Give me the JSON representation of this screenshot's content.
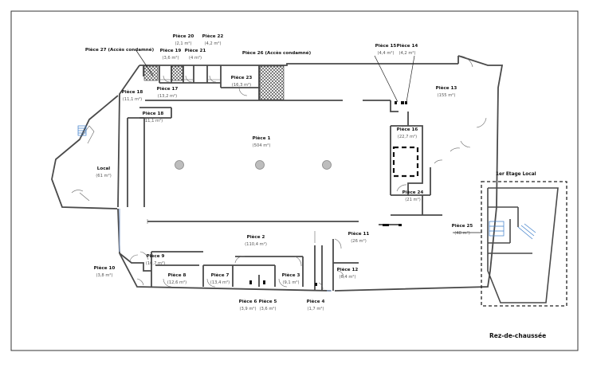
{
  "colors": {
    "wall": "#4a4a4a",
    "window": "#8fa8d0",
    "hatch": "#333333",
    "stair": "#3a7cc9"
  },
  "floor_title": "Rez-de-chaussée",
  "upper_title": "1er Etage Local",
  "rooms": {
    "p27": {
      "name": "Pièce 27 (Accès condamné)",
      "area": ""
    },
    "p20": {
      "name": "Pièce 20",
      "area": "(2,1 m²)"
    },
    "p22": {
      "name": "Pièce 22",
      "area": "(4,2 m²)"
    },
    "p26": {
      "name": "Pièce 26 (Accès condamné)",
      "area": ""
    },
    "p15": {
      "name": "Pièce 15",
      "area": "(4,4 m²)"
    },
    "p14": {
      "name": "Pièce 14",
      "area": "(4,2 m²)"
    },
    "p19": {
      "name": "Pièce 19",
      "area": "(3,6 m²)"
    },
    "p21": {
      "name": "Pièce 21",
      "area": "(4 m²)"
    },
    "p23": {
      "name": "Pièce 23",
      "area": "(16,3 m²)"
    },
    "p13": {
      "name": "Pièce 13",
      "area": "(155 m²)"
    },
    "p17": {
      "name": "Pièce 17",
      "area": "(13,2 m²)"
    },
    "p18a": {
      "name": "Pièce 18",
      "area": "(11,1 m²)"
    },
    "p18b": {
      "name": "Pièce 18",
      "area": "(11,1 m²)"
    },
    "p1": {
      "name": "Pièce 1",
      "area": "(504 m²)"
    },
    "p16": {
      "name": "Pièce 16",
      "area": "(22,7 m²)"
    },
    "local": {
      "name": "Local",
      "area": "(61 m²)"
    },
    "p24": {
      "name": "Pièce 24",
      "area": "(21 m²)"
    },
    "p25": {
      "name": "Pièce 25",
      "area": "(48 m²)"
    },
    "p2": {
      "name": "Pièce 2",
      "area": "(110,4 m²)"
    },
    "p11": {
      "name": "Pièce 11",
      "area": "(26 m²)"
    },
    "p9": {
      "name": "Pièce 9",
      "area": "(10,7 m²)"
    },
    "p10": {
      "name": "Pièce 10",
      "area": "(3,8 m²)"
    },
    "p12": {
      "name": "Pièce 12",
      "area": "(6,4 m²)"
    },
    "p8": {
      "name": "Pièce 8",
      "area": "(12,6 m²)"
    },
    "p7": {
      "name": "Pièce 7",
      "area": "(13,4 m²)"
    },
    "p3": {
      "name": "Pièce 3",
      "area": "(9,1 m²)"
    },
    "p6": {
      "name": "Pièce 6",
      "area": "(3,9 m²)"
    },
    "p5": {
      "name": "Pièce 5",
      "area": "(3,6 m²)"
    },
    "p4": {
      "name": "Pièce 4",
      "area": "(1,7 m²)"
    }
  }
}
